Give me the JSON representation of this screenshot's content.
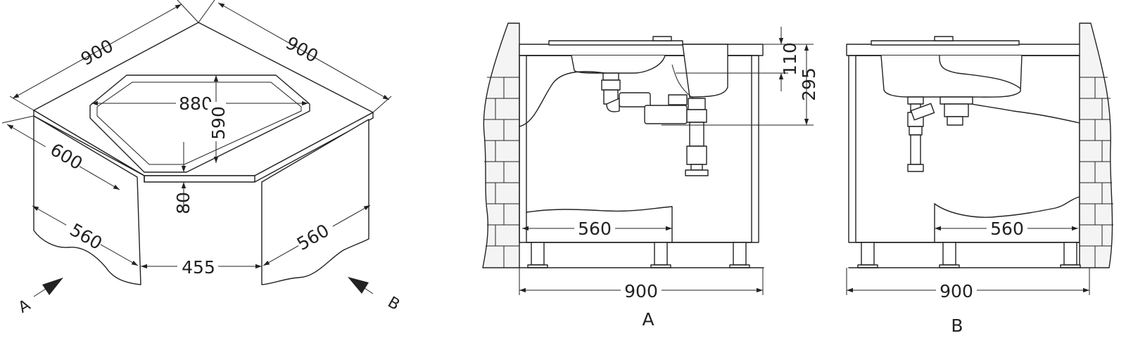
{
  "dimensions": {
    "width_left": "900",
    "width_right": "900",
    "bowl_width": "880",
    "bowl_depth": "590",
    "rim_height": "80",
    "side_depth": "600",
    "cabinet_left": "560",
    "cabinet_right": "560",
    "front_opening": "455",
    "view_a_width": "900",
    "view_a_inner": "560",
    "view_a_h1": "110",
    "view_a_h2": "295",
    "view_b_width": "900",
    "view_b_inner": "560"
  },
  "view_labels": {
    "arrow_a": "A",
    "arrow_b": "B",
    "caption_a": "A",
    "caption_b": "B"
  }
}
